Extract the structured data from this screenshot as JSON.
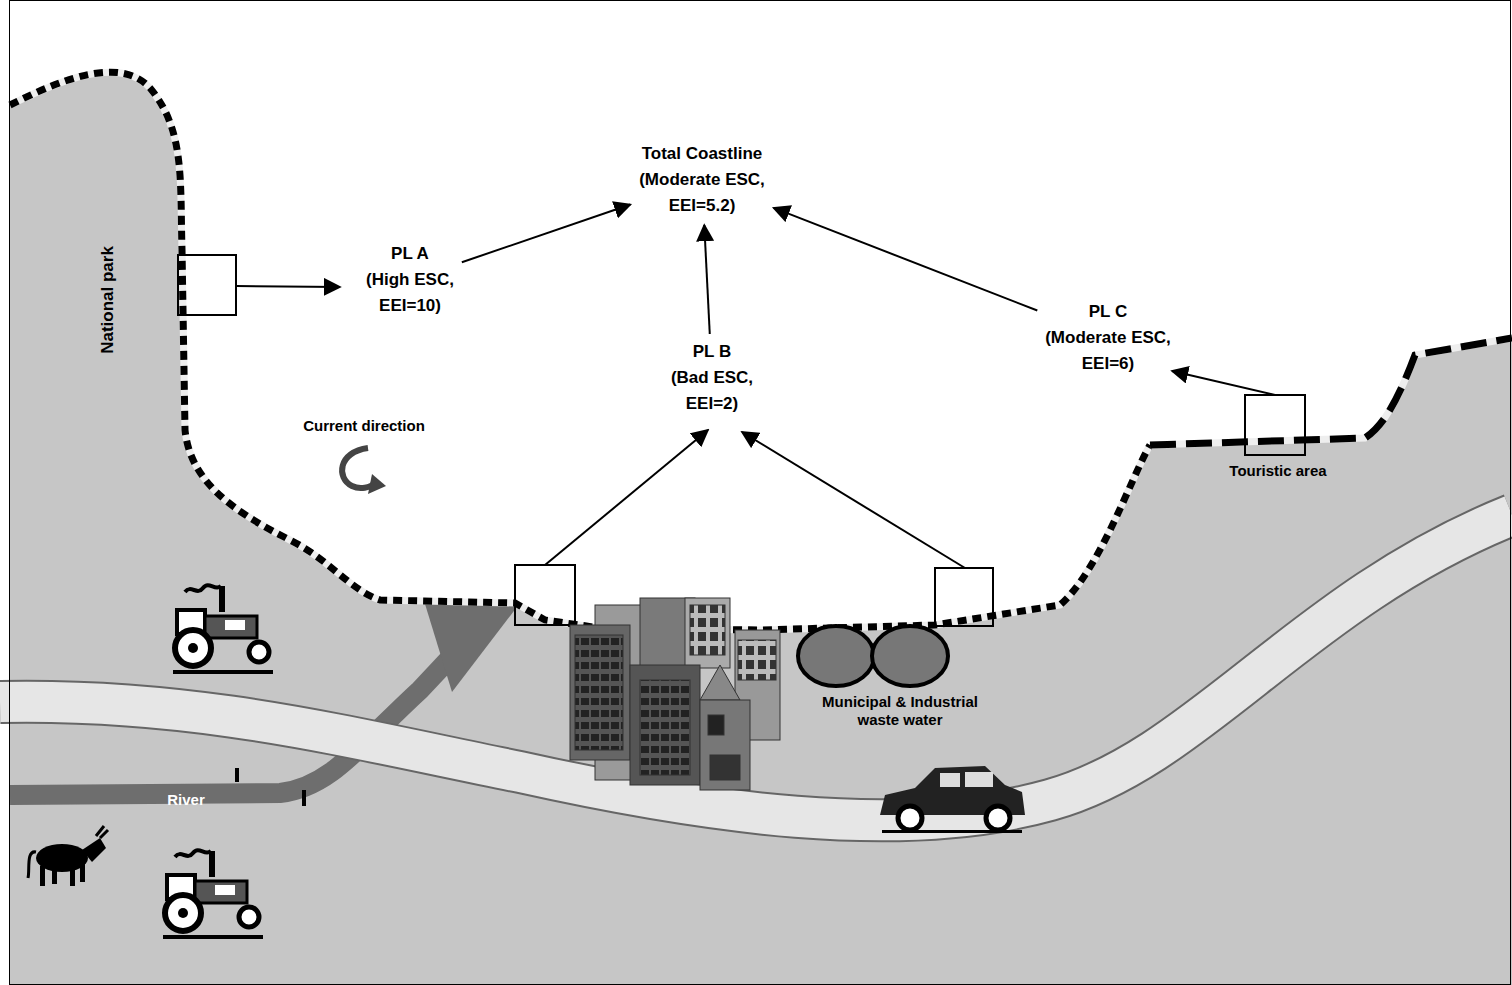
{
  "diagram": {
    "nodes": [
      {
        "text": [
          "Total Coastline (Moderate ESC, EEI=5.2)"
        ]
      },
      {
        "text": [
          "PL A (High ESC, EEI=10)"
        ]
      },
      {
        "text": [
          "PL B (Bad ESC, EEI=2)"
        ]
      },
      {
        "text": [
          "PL C (Moderate ESC, EEI=6)"
        ]
      }
    ],
    "edges": [
      {
        "from": 1,
        "to": 0,
        "arrow": "to"
      },
      {
        "from": 2,
        "to": 0,
        "arrow": "to"
      },
      {
        "from": 3,
        "to": 0,
        "arrow": "to"
      }
    ],
    "labels": [
      "National park",
      "Current direction",
      "River",
      "Municipal & Industrial waste water",
      "Touristic area"
    ]
  }
}
